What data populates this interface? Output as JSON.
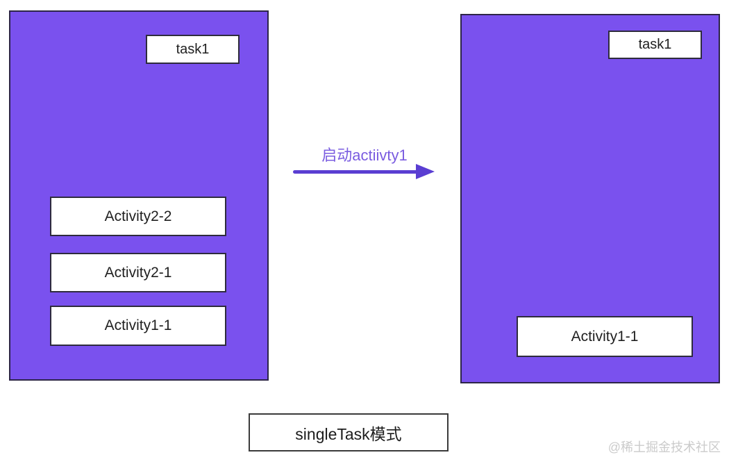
{
  "colors": {
    "task_fill": "#7a51ee",
    "task_border": "#2d2547",
    "card_border": "#2e2b3d",
    "arrow": "#5a3ed2",
    "arrow_label": "#7a5ce0",
    "card_text": "#1f1f1f",
    "watermark": "#cbcbcb"
  },
  "left_task": {
    "label": "task1",
    "activities": [
      "Activity2-2",
      "Activity2-1",
      "Activity1-1"
    ]
  },
  "arrow": {
    "label": "启动actiivty1"
  },
  "right_task": {
    "label": "task1",
    "activities": [
      "Activity1-1"
    ]
  },
  "caption": "singleTask模式",
  "watermark": "@稀土掘金技术社区"
}
